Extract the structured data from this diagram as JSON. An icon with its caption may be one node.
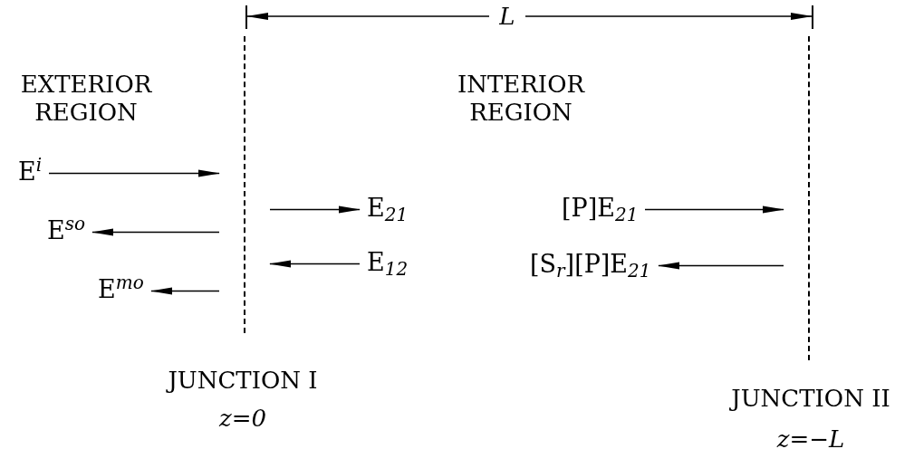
{
  "diagram": {
    "nodes": [
      {
        "text": [],
        "shape": "line"
      },
      {
        "text": [],
        "shape": "line"
      },
      {
        "text": [
          "E$^{i}$"
        ]
      },
      {
        "text": [
          "E$^{so}$"
        ]
      },
      {
        "text": [
          "E$^{mo}$"
        ]
      },
      {
        "text": [
          "E$_{21}$"
        ]
      },
      {
        "text": [
          "E$_{12}$"
        ]
      },
      {
        "text": [
          "[P]E$_{21}$"
        ]
      },
      {
        "text": [
          "[S$_{r}$][P]E$_{21}$"
        ]
      }
    ],
    "edges": [
      {
        "from": 2,
        "to": 0,
        "arrow": "to"
      },
      {
        "from": 0,
        "to": 3,
        "arrow": "to"
      },
      {
        "from": 0,
        "to": 4,
        "arrow": "to"
      },
      {
        "from": 0,
        "to": 5,
        "arrow": "to"
      },
      {
        "from": 6,
        "to": 0,
        "arrow": "to"
      },
      {
        "from": 7,
        "to": 1,
        "arrow": "to"
      },
      {
        "from": 1,
        "to": 8,
        "arrow": "to"
      }
    ],
    "labels": [
      "L",
      "EXTERIOR REGION",
      "INTERIOR REGION",
      "JUNCTION I",
      "z=0",
      "JUNCTION II",
      "z=−L"
    ]
  }
}
